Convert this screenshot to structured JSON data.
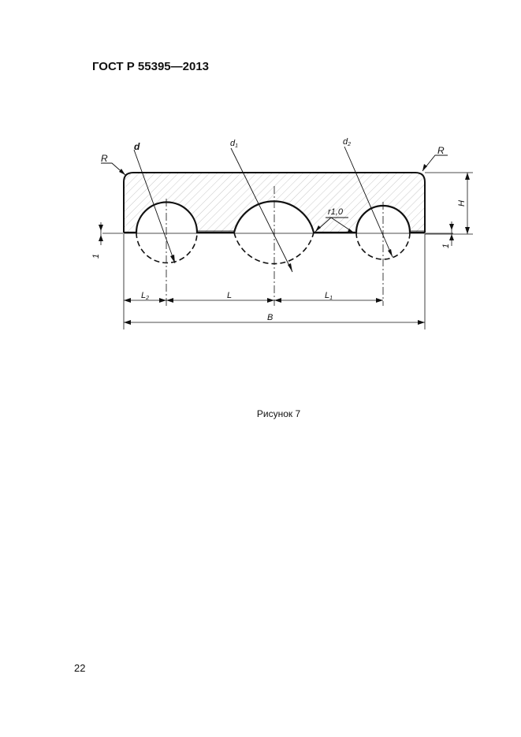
{
  "header": {
    "standard": "ГОСТ Р 55395—2013"
  },
  "figure": {
    "labels": {
      "d": "d",
      "d1_base": "d",
      "d1_sub": "1",
      "d2_base": "d",
      "d2_sub": "2",
      "r_left": "R",
      "r_right": "R",
      "h": "H",
      "radius_note": "r1,0",
      "one_left": "1",
      "one_right": "1",
      "l2_base": "L",
      "l2_sub": "2",
      "l": "L",
      "l1_base": "L",
      "l1_sub": "1",
      "b": "B"
    },
    "caption": "Рисунок 7"
  },
  "page": {
    "number": "22"
  },
  "colors": {
    "ink": "#111111",
    "hatch": "#9a9a9a"
  }
}
